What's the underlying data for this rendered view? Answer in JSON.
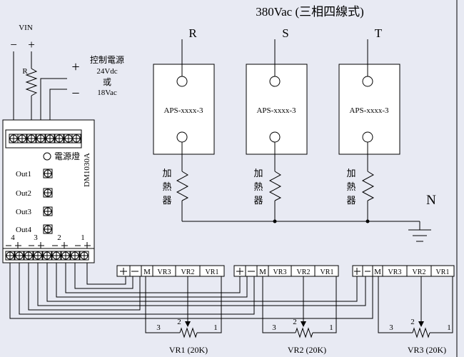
{
  "title": "380Vac (三相四線式)",
  "phases": [
    "R",
    "S",
    "T"
  ],
  "neutral": "N",
  "vin": {
    "label": "VIN",
    "minus": "−",
    "plus": "+",
    "resistor": "R"
  },
  "control_power": {
    "label": "控制電源",
    "v1": "24Vdc",
    "or": "或",
    "v2": "18Vac",
    "plus": "+",
    "minus": "−"
  },
  "module": {
    "model": "DM1030A",
    "power_led": "電源燈",
    "outputs": [
      "Out1",
      "Out2",
      "Out3",
      "Out4"
    ],
    "channel_numbers": [
      "4",
      "3",
      "2",
      "1"
    ]
  },
  "ssr_label": "APS-xxxx-3",
  "heater_label": [
    "加",
    "熱",
    "器"
  ],
  "terminal_strip": {
    "m_label": "M",
    "cells": [
      "VR3",
      "VR2",
      "VR1"
    ]
  },
  "pot_pins": [
    "3",
    "2",
    "1"
  ],
  "pots": [
    "VR1 (20K)",
    "VR2 (20K)",
    "VR3 (20K)"
  ],
  "colors": {
    "background": "#e8eaf3",
    "box_fill": "#ffffff",
    "line": "#000000"
  }
}
